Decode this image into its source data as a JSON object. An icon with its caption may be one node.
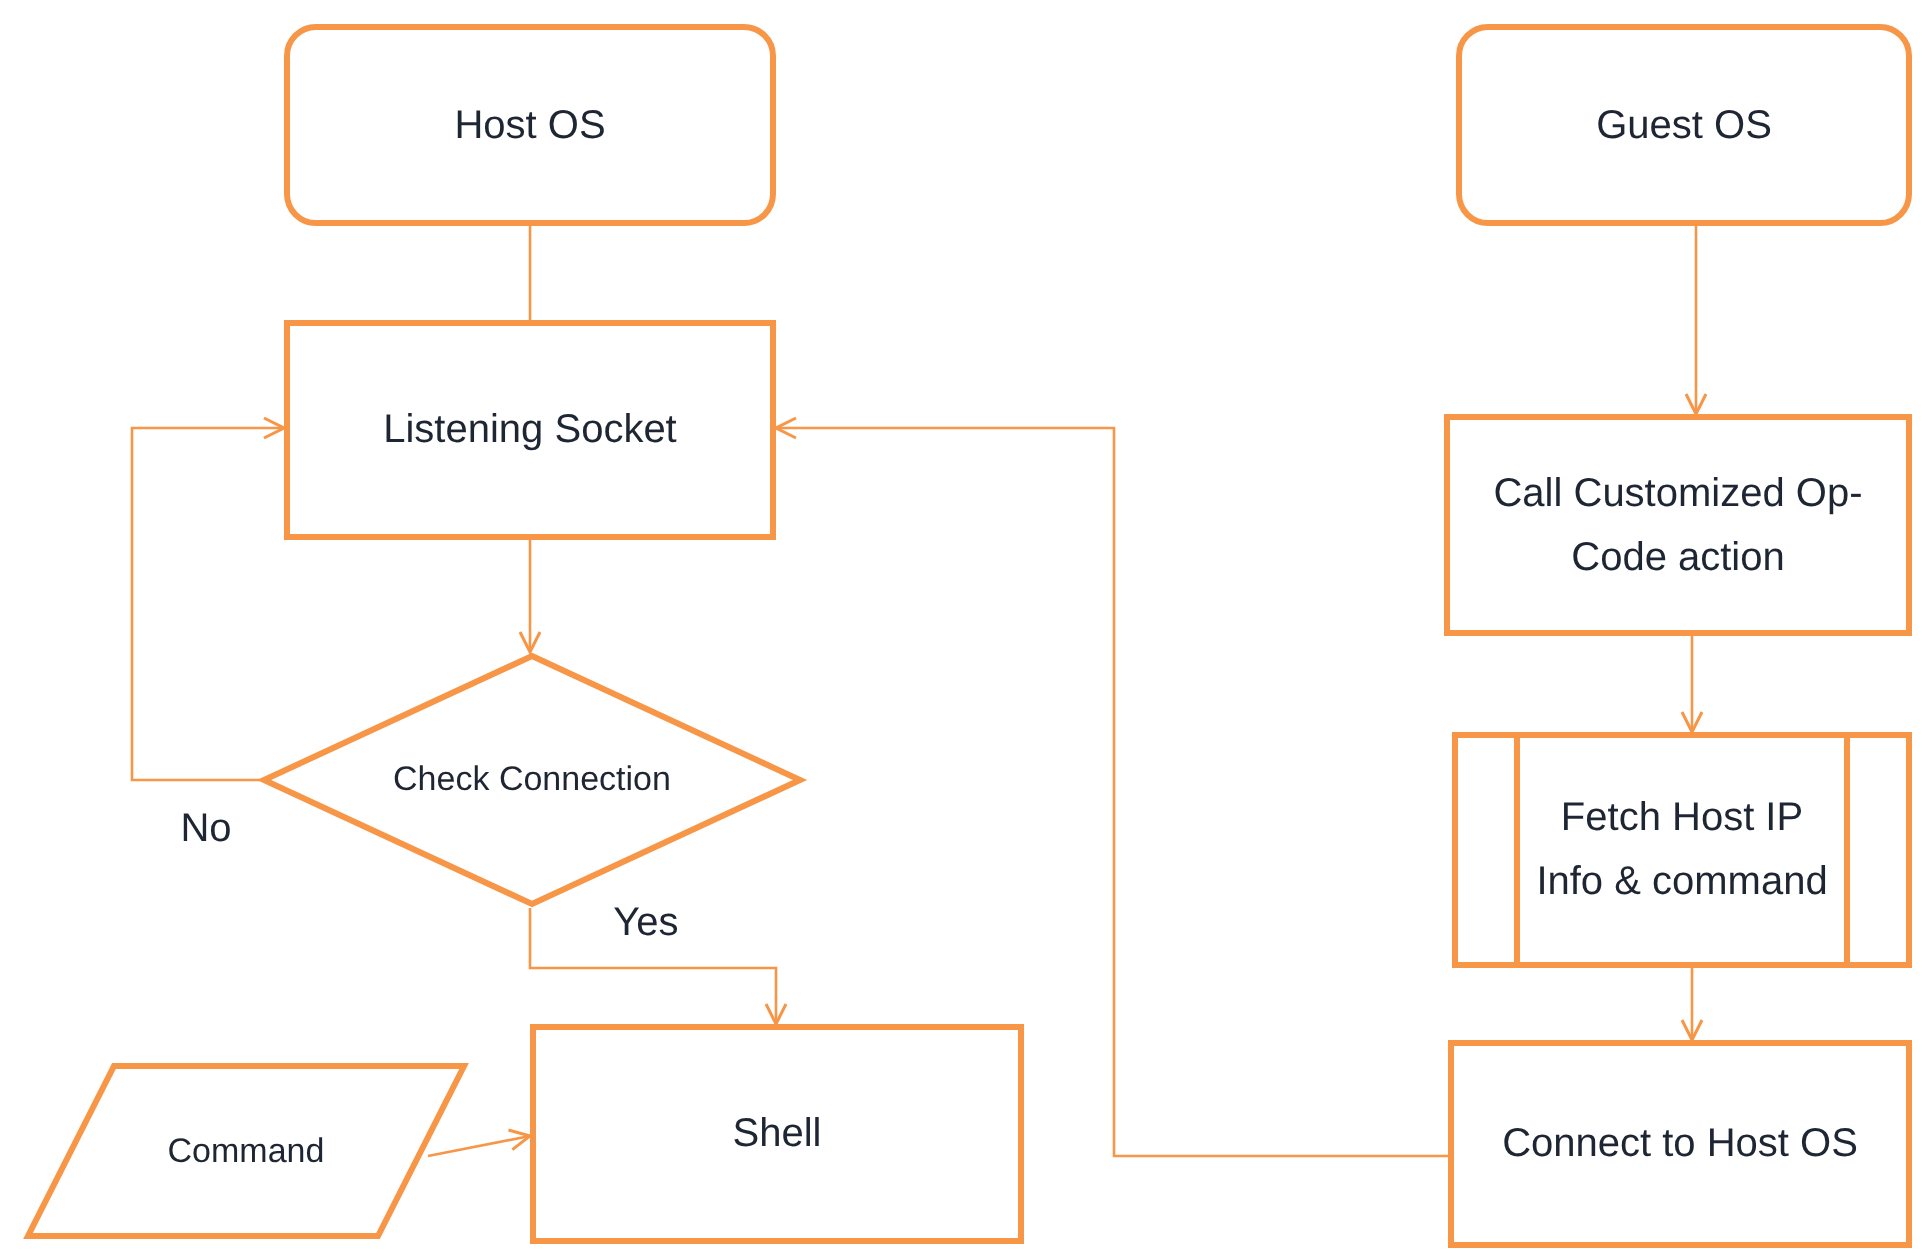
{
  "diagram": {
    "nodes": [
      {
        "text": [
          "Host OS"
        ]
      },
      {
        "text": [
          "Listening Socket"
        ]
      },
      {
        "text": [
          "Check Connection"
        ]
      },
      {
        "text": [
          "Shell"
        ]
      },
      {
        "text": [
          "Command"
        ]
      },
      {
        "text": [
          "Guest OS"
        ]
      },
      {
        "text": [
          "Call Customized Op-Code action"
        ]
      },
      {
        "text": [
          "Fetch Host IP Info & command"
        ]
      },
      {
        "text": [
          "Connect to Host OS"
        ]
      }
    ],
    "edges": [
      {
        "from": 0,
        "to": 1,
        "arrow": "none"
      },
      {
        "from": 1,
        "to": 2,
        "arrow": "to"
      },
      {
        "from": 2,
        "to": 1,
        "arrow": "to",
        "label": "No"
      },
      {
        "from": 2,
        "to": 3,
        "arrow": "to",
        "label": "Yes"
      },
      {
        "from": 4,
        "to": 3,
        "arrow": "to"
      },
      {
        "from": 5,
        "to": 6,
        "arrow": "to"
      },
      {
        "from": 6,
        "to": 7,
        "arrow": "to"
      },
      {
        "from": 7,
        "to": 8,
        "arrow": "to"
      },
      {
        "from": 8,
        "to": 1,
        "arrow": "to"
      }
    ]
  }
}
